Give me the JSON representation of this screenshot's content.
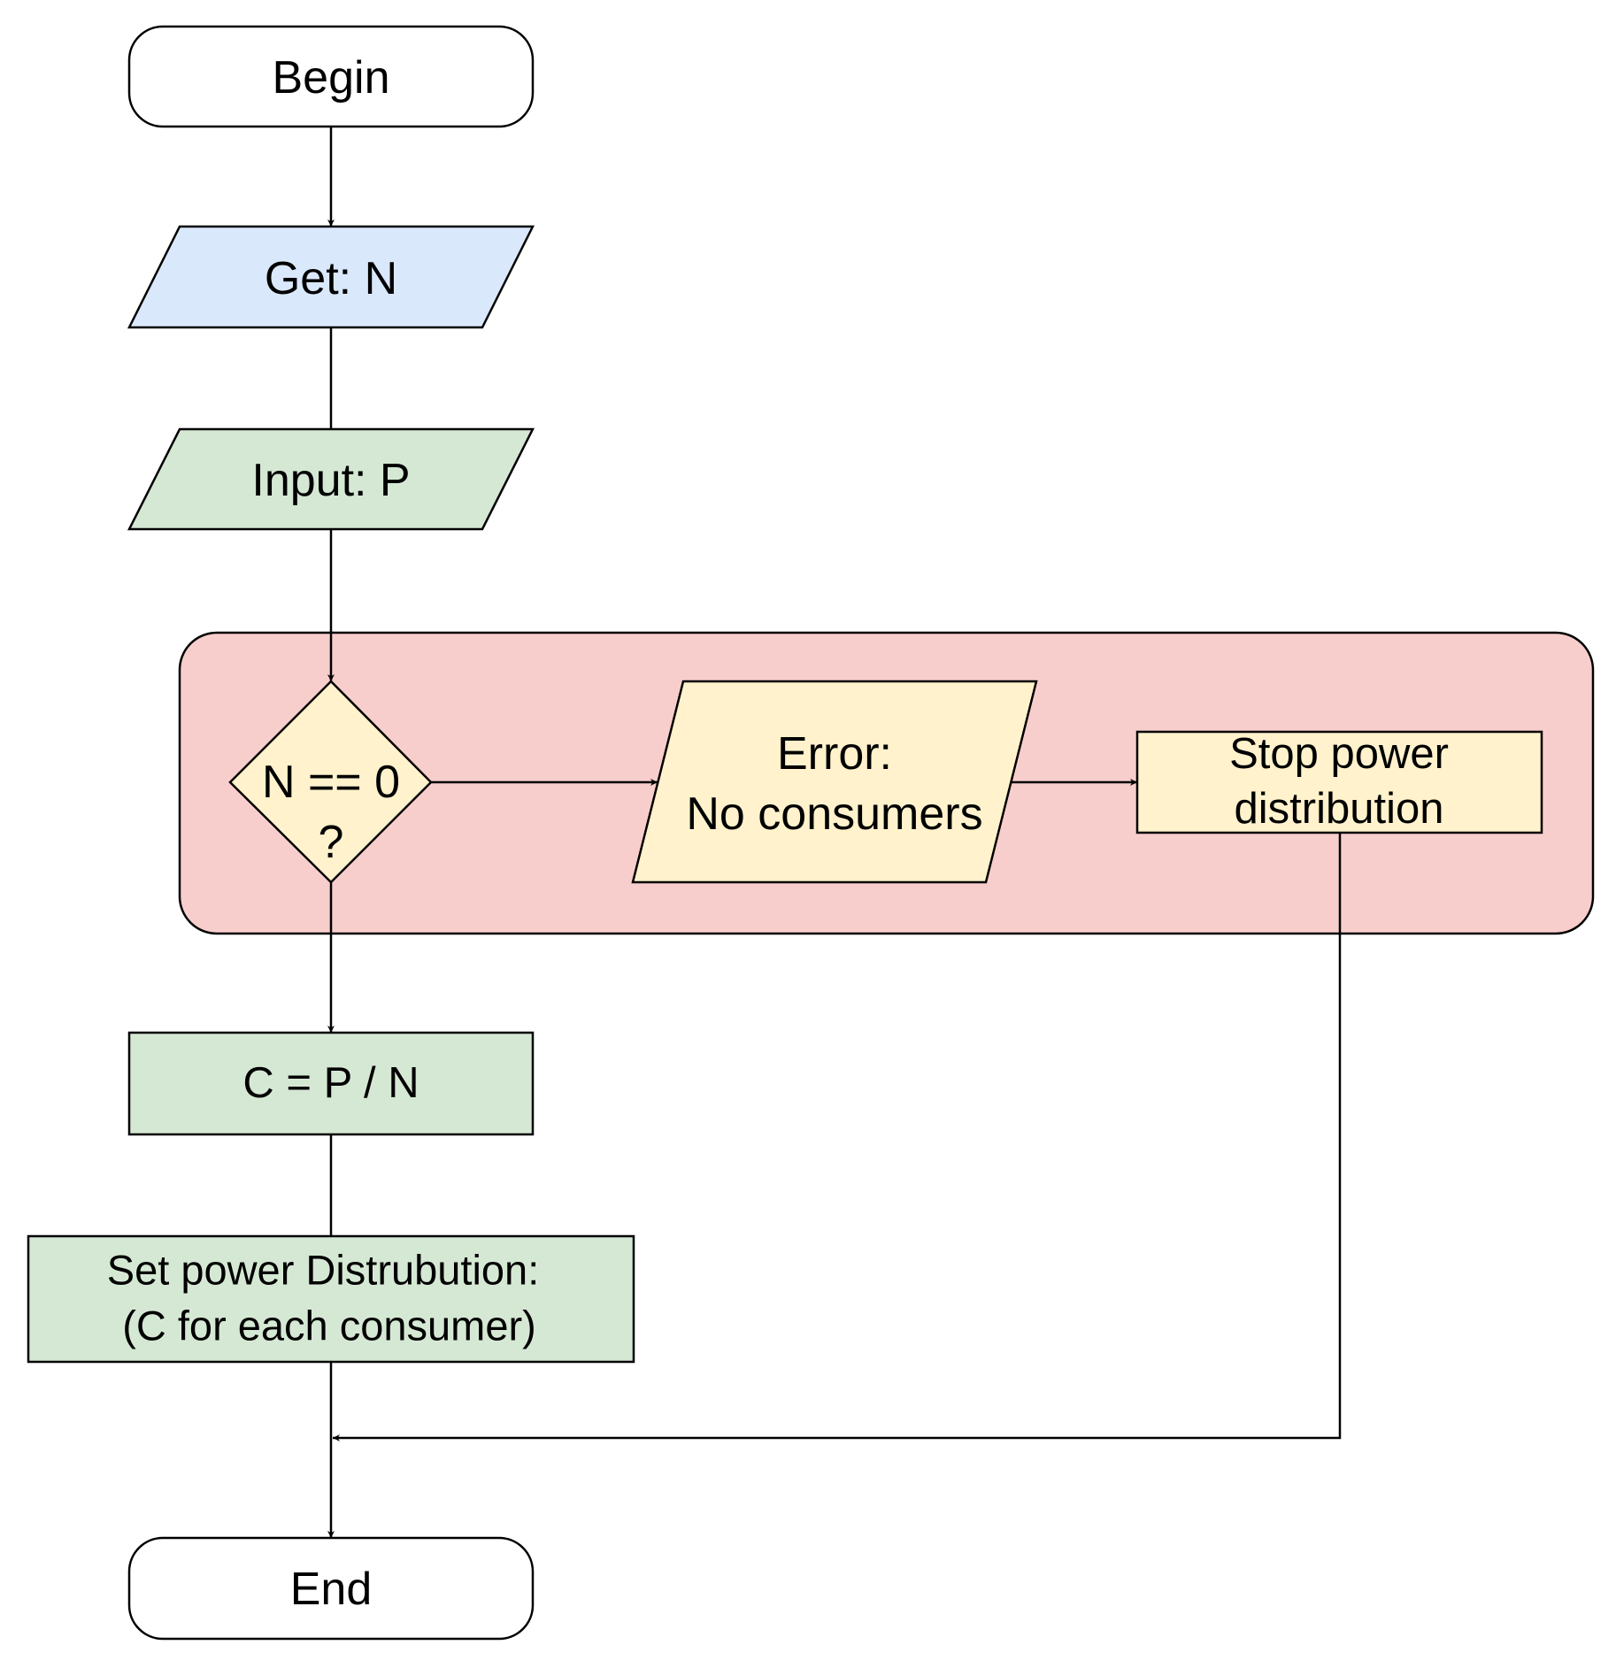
{
  "colors": {
    "terminal_fill": "#ffffff",
    "get_fill": "#dae8fc",
    "input_fill": "#d5e8d4",
    "process_fill": "#d5e8d4",
    "error_group_fill": "#f8cecc",
    "decision_fill": "#fff2cc",
    "error_fill": "#fff2cc",
    "stop_fill": "#fff2cc",
    "stroke": "#000000"
  },
  "nodes": {
    "begin": {
      "text": "Begin"
    },
    "get_n": {
      "text": "Get: N"
    },
    "input_p": {
      "text": "Input: P"
    },
    "decision": {
      "line1": "N == 0",
      "line2": "?"
    },
    "error": {
      "line1": "Error:",
      "line2": "No consumers"
    },
    "stop": {
      "line1": "Stop power",
      "line2": "distribution"
    },
    "compute": {
      "text": "C = P / N"
    },
    "set_power": {
      "line1": "Set power Distrubution:",
      "line2": "(C for each consumer)"
    },
    "end": {
      "text": "End"
    }
  }
}
